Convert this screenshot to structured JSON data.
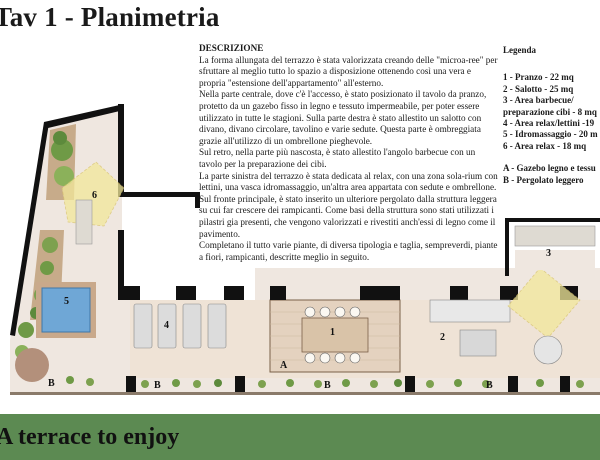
{
  "page": {
    "title": "Tav 1 - Planimetria",
    "banner": "A terrace to enjoy"
  },
  "description": {
    "heading": "DESCRIZIONE",
    "paragraphs": [
      "La forma allungata del terrazzo è stata valorizzata creando delle \"microa-ree\" per sfruttare al meglio tutto lo spazio a disposizione ottenendo così una vera e propria \"estensione dell'appartamento\" all'esterno.",
      "Nella parte centrale, dove c'è l'accesso, è stato posizionato il tavolo da pranzo, protetto da un gazebo fisso in legno e tessuto impermeabile, per poter essere utilizzato in tutte le stagioni. Sulla parte destra è stato allestito un salotto con divano, divano circolare, tavolino e varie sedute. Questa parte è ombreggiata grazie all'utilizzo di un ombrellone pieghevole.",
      "Sul retro, nella parte più nascosta, è stato allestito l'angolo barbecue con un tavolo per la preparazione dei cibi.",
      "La parte sinistra del terrazzo è stata dedicata al relax, con una zona sola-rium con lettini, una vasca idromassaggio, un'altra area appartata con sedute e ombrellone.",
      "Sul fronte principale, è stato inserito un ulteriore pergolato dalla struttura leggera su cui far crescere dei rampicanti. Come basi della struttura sono stati utilizzati i pilastri gia presenti, che vengono valorizzati e rivestiti anch'essi di legno come il pavimento.",
      "Completano il tutto varie piante, di diversa tipologia e taglia, sempreverdi, piante a fiori, rampicanti, descritte meglio in seguito."
    ]
  },
  "legend": {
    "title": "Legenda",
    "items": [
      "1 - Pranzo - 22 mq",
      "2 - Salotto - 25 mq",
      "3 - Area barbecue/",
      "preparazione cibi - 8 mq",
      "4 - Area relax/lettini -19",
      "5 - Idromassaggio - 20 m",
      "6 - Area relax - 18 mq"
    ],
    "letters": [
      "A - Gazebo legno e tessu",
      "B - Pergolato leggero"
    ]
  },
  "plan": {
    "labels": {
      "zone1": "1",
      "zone2": "2",
      "zone3": "3",
      "zone4": "4",
      "zone5": "5",
      "zone6": "6",
      "a": "A",
      "b": "B"
    }
  },
  "colors": {
    "wall": "#111111",
    "floor": "#efe7e0",
    "wood": "#b98f66",
    "grass": "#7da14f",
    "water": "#6fa7d6",
    "umbrella": "#f2e89a",
    "banner": "#5c8a52"
  }
}
